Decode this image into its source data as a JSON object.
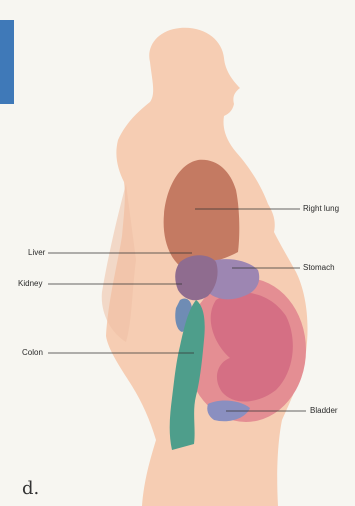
{
  "labels": {
    "right_lung": "Right lung",
    "stomach": "Stomach",
    "liver": "Liver",
    "kidney": "Kidney",
    "colon": "Colon",
    "bladder": "Bladder"
  },
  "panel_letter": "d.",
  "colors": {
    "background": "#f7f6f1",
    "skin": "#f6cdb3",
    "lung": "#c47a62",
    "liver": "#8f6c8f",
    "stomach": "#9d86b2",
    "uterus": "#e48e93",
    "fetus": "#d56f84",
    "colon": "#4e9e8b",
    "bladder": "#8a8fc0",
    "side_tab": "#3f79b8"
  }
}
